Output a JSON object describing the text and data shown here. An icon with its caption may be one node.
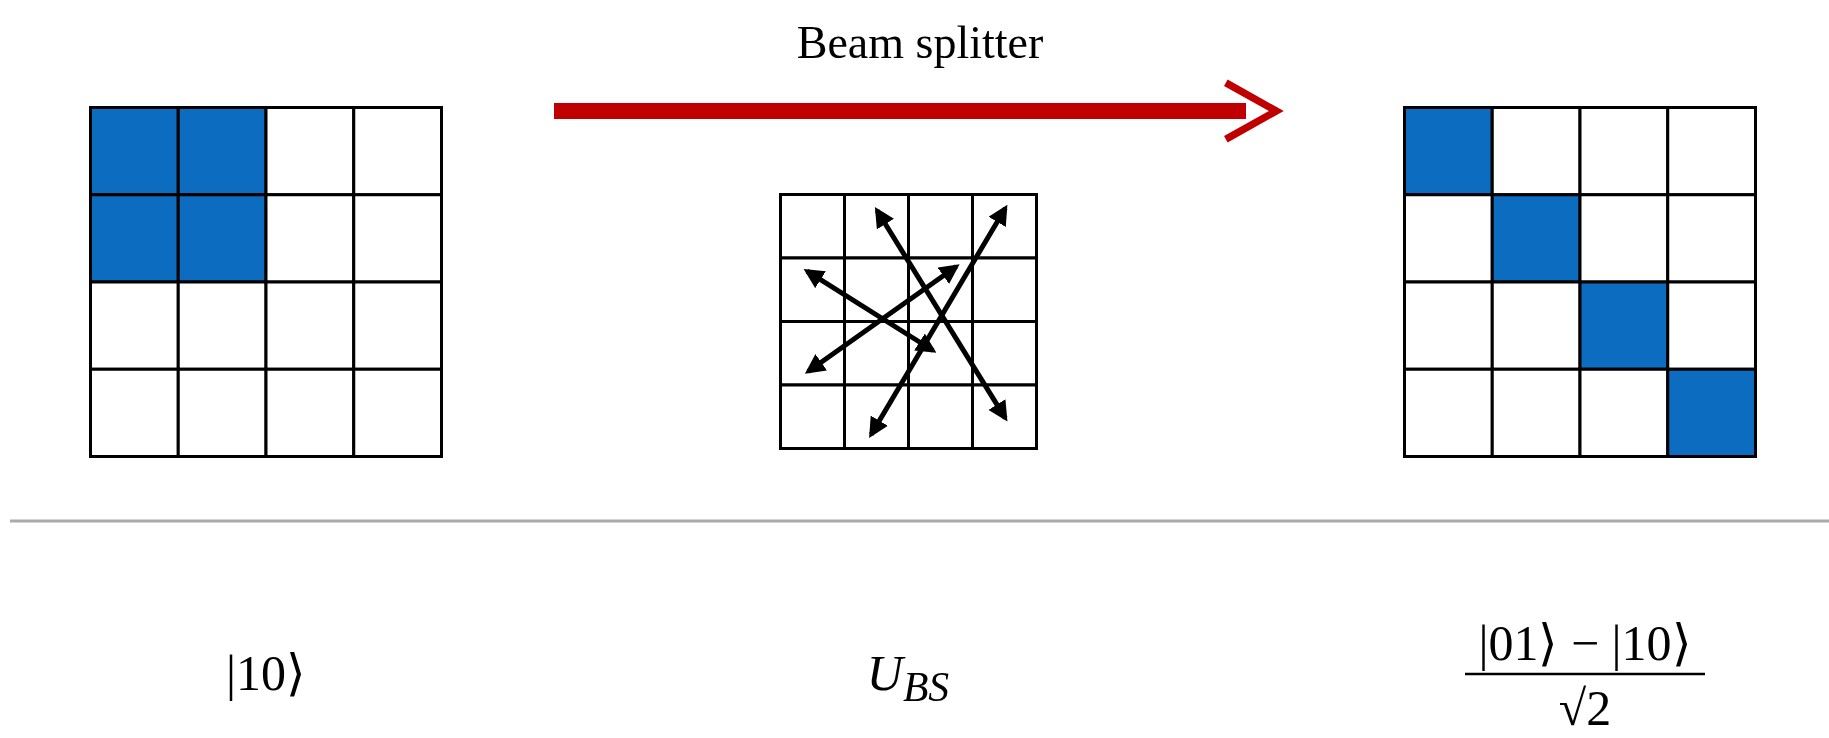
{
  "diagram": {
    "nodes": [
      {
        "text": [],
        "shape": "picture"
      },
      {
        "text": [],
        "shape": "picture"
      },
      {
        "text": [],
        "shape": "picture"
      }
    ],
    "edges": [
      {
        "from": 0,
        "to": 2,
        "arrow": "to",
        "label": "Beam splitter",
        "color": "#c00000"
      }
    ],
    "labels": [
      "|10⟩",
      "U$_{BS}$",
      "|01⟩ − |10⟩",
      "√2"
    ]
  }
}
